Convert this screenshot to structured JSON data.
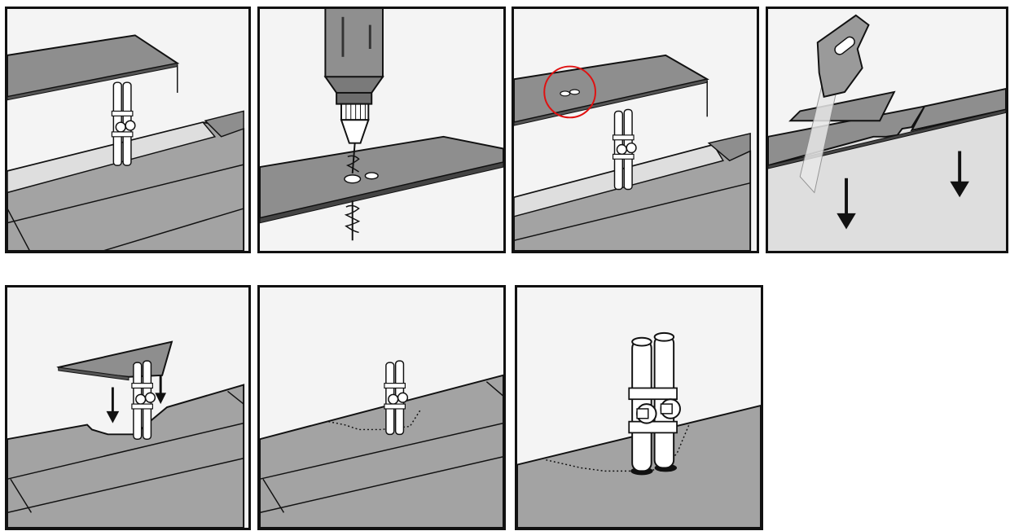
{
  "figure": {
    "panels": [
      {
        "id": "step-1",
        "icon": "pipes-in-floor-icon"
      },
      {
        "id": "step-2",
        "icon": "drill-icon"
      },
      {
        "id": "step-3",
        "icon": "marked-holes-icon"
      },
      {
        "id": "step-4",
        "icon": "saw-icon"
      },
      {
        "id": "step-5",
        "icon": "cut-piece-icon"
      },
      {
        "id": "step-6",
        "icon": "fitted-piece-icon"
      },
      {
        "id": "step-7",
        "icon": "finished-pipes-icon"
      }
    ],
    "colors": {
      "outline": "#111111",
      "wall": "#f4f4f4",
      "floor_light": "#dedede",
      "floor_mid": "#a3a3a3",
      "floor_dark": "#8e8e8e",
      "pipe": "#ffffff",
      "drill_body": "#8f8f8f",
      "highlight_circle": "#e01010"
    }
  }
}
